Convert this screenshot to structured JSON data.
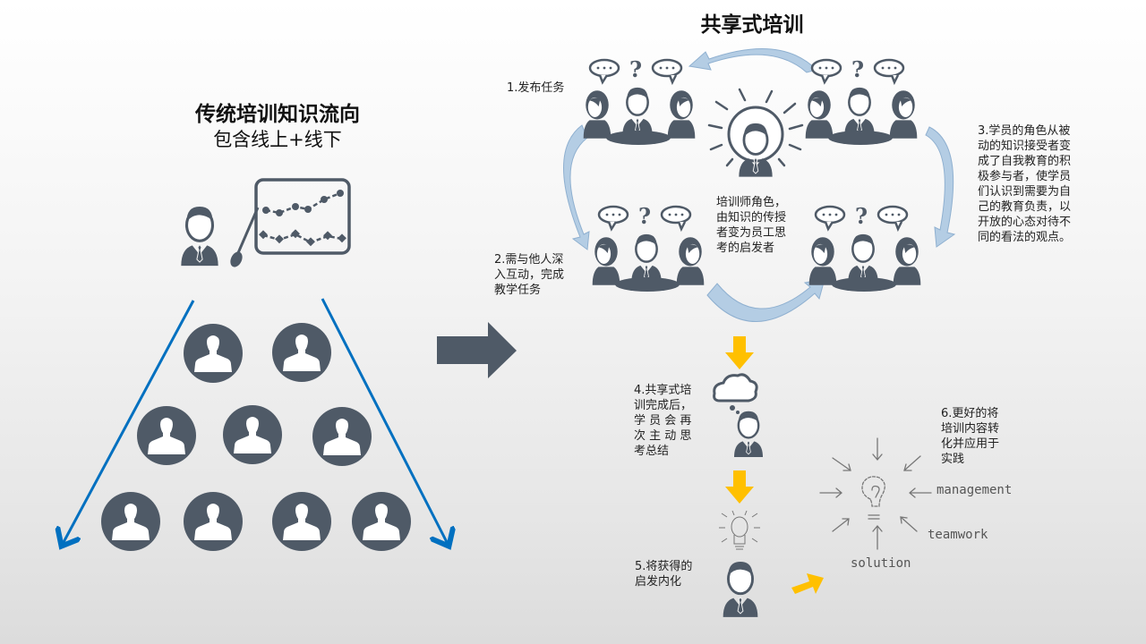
{
  "left_panel": {
    "title": "传统培训知识流向",
    "subtitle": "包含线上+线下",
    "presenter_icon": "presenter-with-chart-icon",
    "audience_count": 9,
    "audience_icon": "user-circle-icon"
  },
  "transition_arrow_icon": "right-arrow-icon",
  "right_panel": {
    "title": "共享式培训",
    "steps": [
      {
        "label": "1.发布任务"
      },
      {
        "label": "2.需与他人深入互动，完成教学任务"
      },
      {
        "label": "3.学员的角色从被动的知识接受者变成了自我教育的积极参与者，使学员们认识到需要为自己的教育负责，以开放的心态对待不同的看法的观点。"
      },
      {
        "label": "4.共享式培训完成后，学员会再次主动思考总结"
      },
      {
        "label": "5.将获得的启发内化"
      },
      {
        "label": "6.更好的将培训内容转化并应用于实践"
      }
    ],
    "step3_lines": [
      "3.学员的角色从被",
      "动的知识接受者变",
      "成了自我教育的积",
      "极参与者，使学员",
      "们认识到需要为自",
      "己的教育负责，以",
      "开放的心态对待不",
      "同的看法的观点。"
    ],
    "step2_lines": [
      "2.需与他人深",
      "入互动，完成",
      "教学任务"
    ],
    "step4_lines": [
      "4.共享式培",
      "训完成后，",
      "学 员 会 再",
      "次 主 动 思",
      "考总结"
    ],
    "step5_lines": [
      "5.将获得的",
      "启发内化"
    ],
    "step6_lines": [
      "6.更好的将",
      "培训内容转",
      "化并应用于",
      "实践"
    ],
    "trainer_role_lines": [
      "培训师角色，",
      "由知识的传授",
      "者变为员工思",
      "考的启发者"
    ],
    "sketch_words": [
      "management",
      "teamwork",
      "solution"
    ],
    "group_icon": "discussion-group-icon",
    "trainer_icon": "trainer-lightbulb-icon"
  },
  "colors": {
    "icon_dark": "#4f5a67",
    "flow_arrow_blue": "#0070c0",
    "cycle_arrow_fill": "#b4cde4",
    "step_arrow_yellow": "#ffc000",
    "text": "#111111"
  }
}
